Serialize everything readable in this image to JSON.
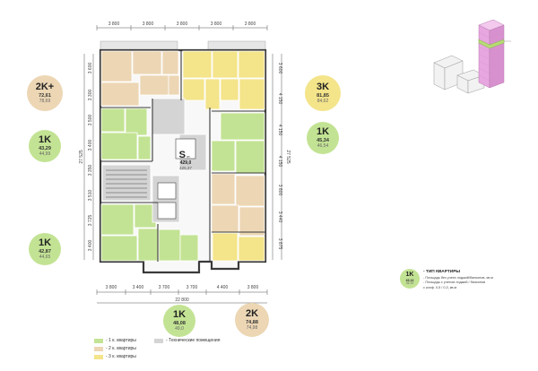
{
  "dimensions": {
    "top": [
      "3 800",
      "3 800",
      "3 800",
      "3 800",
      "3 800"
    ],
    "bottom": [
      "3 800",
      "3 400",
      "3 700",
      "3 700",
      "4 400",
      "3 800"
    ],
    "bottom_total": "22 800",
    "left": [
      "3 600",
      "3 300",
      "3 500",
      "3 400",
      "3 350",
      "3 510",
      "3 725",
      "3 400"
    ],
    "left_total": "27 525",
    "right": [
      "3 600",
      "4 150",
      "4 150",
      "4 150",
      "3 800",
      "3 440",
      "3 875"
    ],
    "right_total": "27 525"
  },
  "badges": {
    "left_top": {
      "type": "2K+",
      "area": "72,61",
      "area_b": "78,69"
    },
    "left_mid": {
      "type": "1K",
      "area": "43,29",
      "area_b": "44,99"
    },
    "left_bot": {
      "type": "1K",
      "area": "42,87",
      "area_b": "44,65"
    },
    "right_top": {
      "type": "3K",
      "area": "81,85",
      "area_b": "84,62"
    },
    "right_mid": {
      "type": "1K",
      "area": "45,34",
      "area_b": "46,54"
    },
    "bottom_left": {
      "type": "1K",
      "area": "48,08",
      "area_b": "49,0"
    },
    "bottom_right": {
      "type": "2K",
      "area": "74,88",
      "area_b": "74,98"
    },
    "example": {
      "type": "1K",
      "area": "45,16",
      "area_b": "46,19"
    }
  },
  "core": {
    "symbol": "S",
    "sub": "эт.",
    "area": "429,0",
    "area_b": "425,37"
  },
  "legend_type": {
    "title": "- ТИП КВАРТИРЫ",
    "line1": "- Площадь без учета лоджий/балконов, кв.м",
    "line2": "- Площадь с учетом лоджий / балконов",
    "line3": "с коэф. 0,5 / 0,3, кв.м"
  },
  "legend": {
    "k1": "- 1 к. квартиры",
    "k2": "- 2 к. квартиры",
    "k3": "- 3 к. квартиры",
    "tech": "- Технические помещения"
  },
  "colors": {
    "one_room": "#c3e394",
    "two_room": "#ecd6b4",
    "three_room": "#f4e48a",
    "technical": "#d4d4d4",
    "building_tower": "#e7a6df"
  }
}
